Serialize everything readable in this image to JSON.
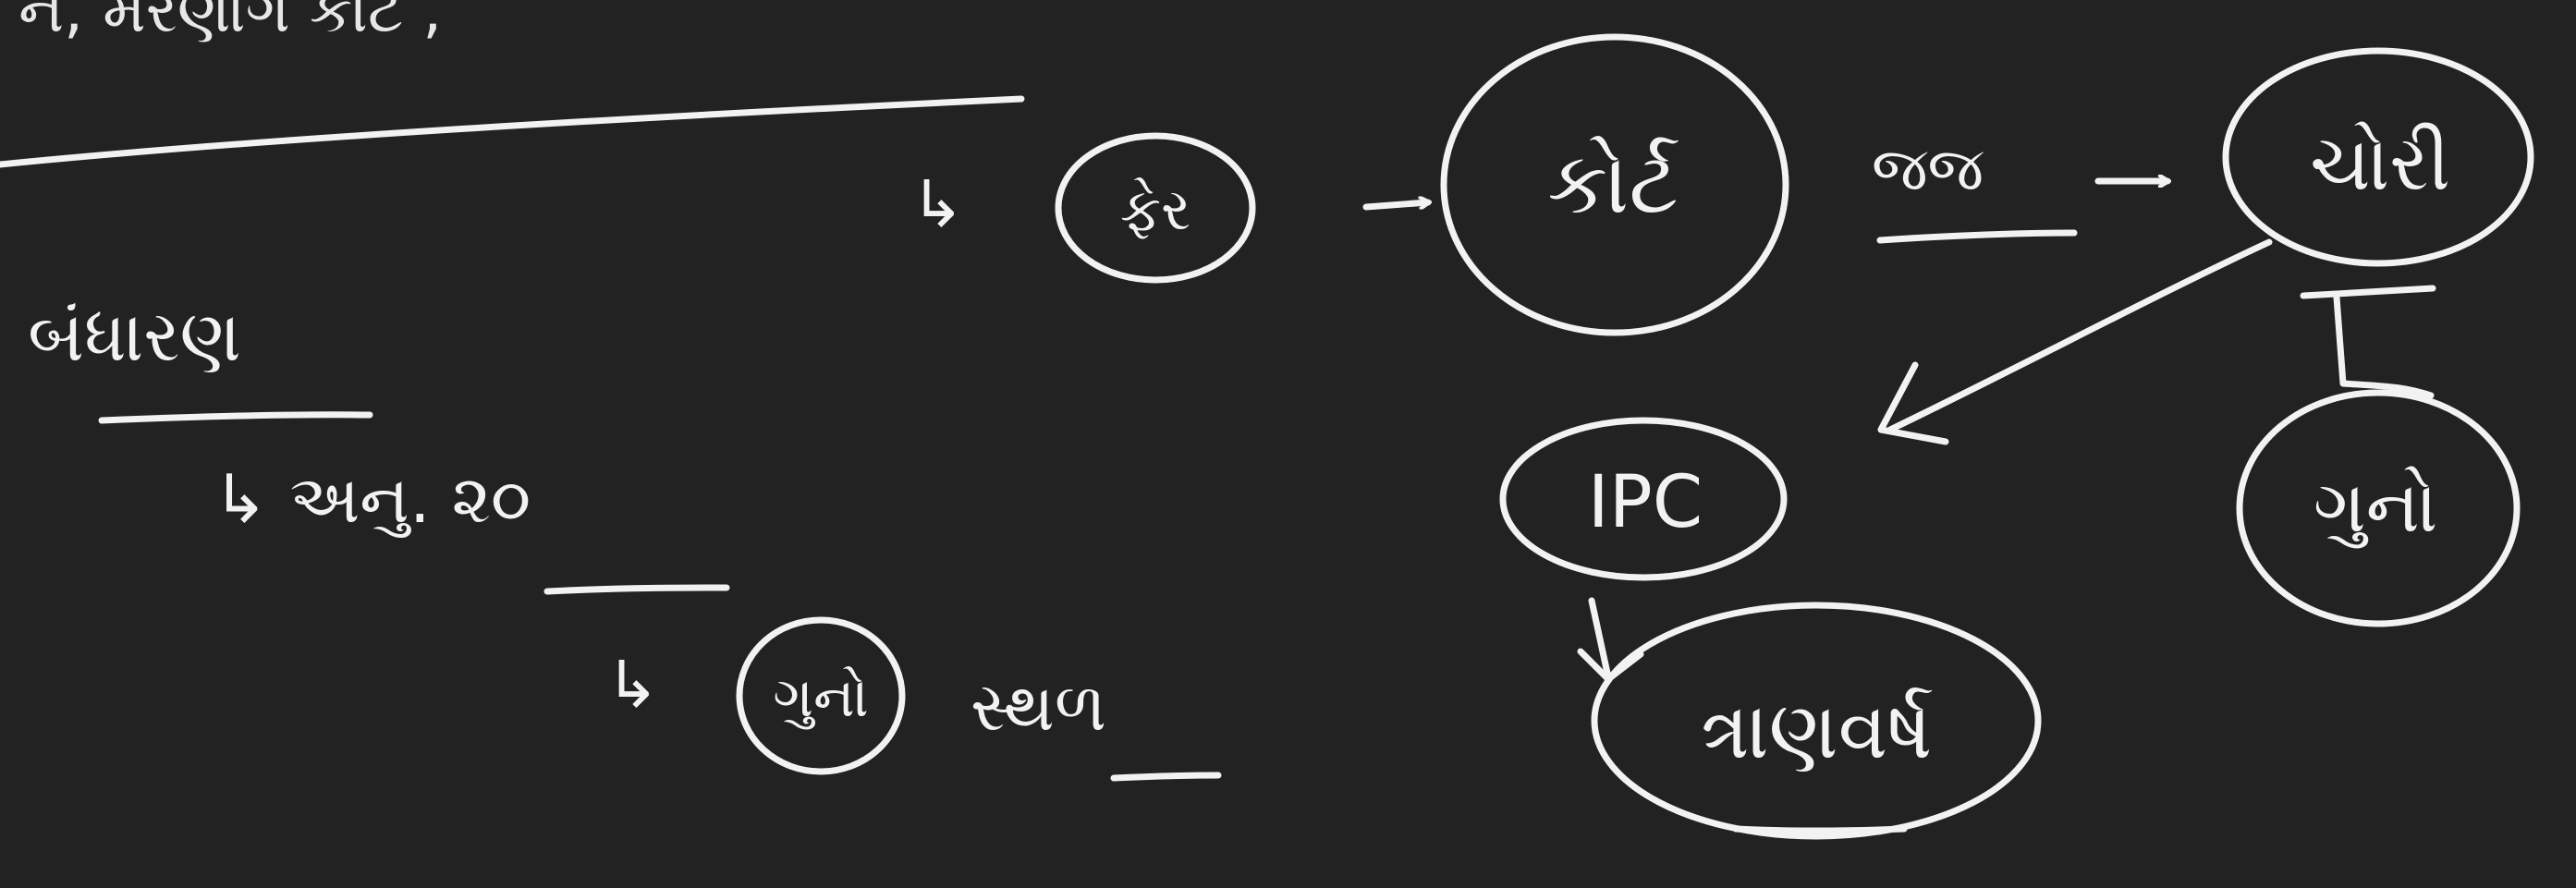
{
  "canvas": {
    "background": "#222222",
    "ink_color": "#f2f2f2"
  },
  "top_fragment": "ન, મરણાગ કોર્ટ ,",
  "left": {
    "heading": "બંધારણ",
    "article": "↳ અનુ. ૨૦",
    "crime_word": "ગુનો",
    "crime_prefix": "↳",
    "crime_suffix": "સ્થળ"
  },
  "flow": {
    "branch_prefix": "↳",
    "n1": "ફેર",
    "n2": "કોર્ટ",
    "mid_label": "જજ",
    "n3": "ચોરી",
    "n4": "IPC",
    "n5": "ગુનો",
    "n6": "ત્રાણવર્ષ"
  }
}
